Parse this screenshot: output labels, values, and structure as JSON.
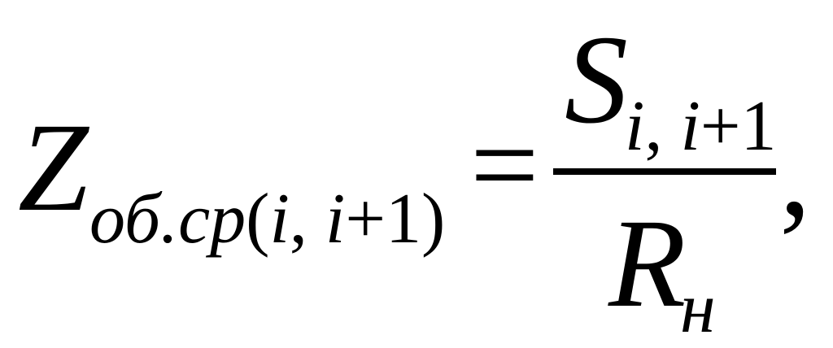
{
  "formula": {
    "lhs": {
      "symbol": "Z",
      "subscript_text": "об.ср",
      "subscript_open": "(",
      "subscript_i": "i",
      "subscript_sep": ", ",
      "subscript_i2": "i",
      "subscript_plus": "+",
      "subscript_one": "1",
      "subscript_close": ")"
    },
    "equals": "=",
    "numerator": {
      "symbol": "S",
      "subscript_i": "i",
      "subscript_sep": ", ",
      "subscript_i2": "i",
      "subscript_plus": "+",
      "subscript_one": "1"
    },
    "denominator": {
      "symbol": "R",
      "subscript": "н"
    },
    "trailing": ","
  }
}
